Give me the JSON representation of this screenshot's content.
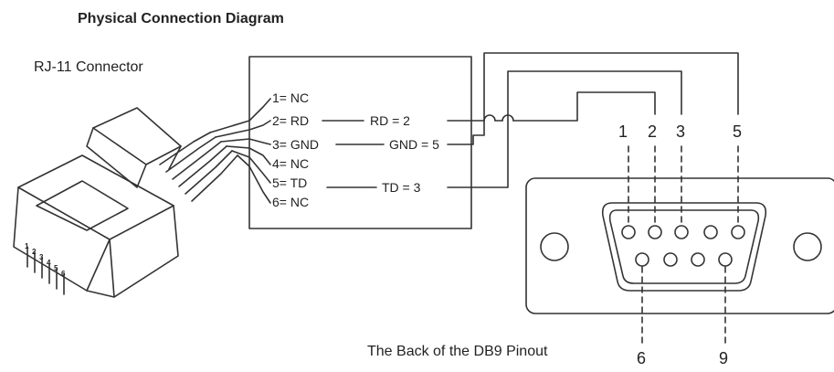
{
  "title": "Physical Connection Diagram",
  "rj11_label": "RJ-11 Connector",
  "rj11_pin_digits": [
    "1",
    "2",
    "3",
    "4",
    "5",
    "6"
  ],
  "pin_labels": [
    "1= NC",
    "2= RD",
    "3= GND",
    "4= NC",
    "5= TD",
    "6= NC"
  ],
  "signals": {
    "rd": "RD = 2",
    "gnd": "GND = 5",
    "td": "TD = 3"
  },
  "db9_top_numbers": [
    "1",
    "2",
    "3",
    "5"
  ],
  "db9_bottom_numbers": [
    "6",
    "9"
  ],
  "db9_caption": "The Back of the DB9 Pinout"
}
